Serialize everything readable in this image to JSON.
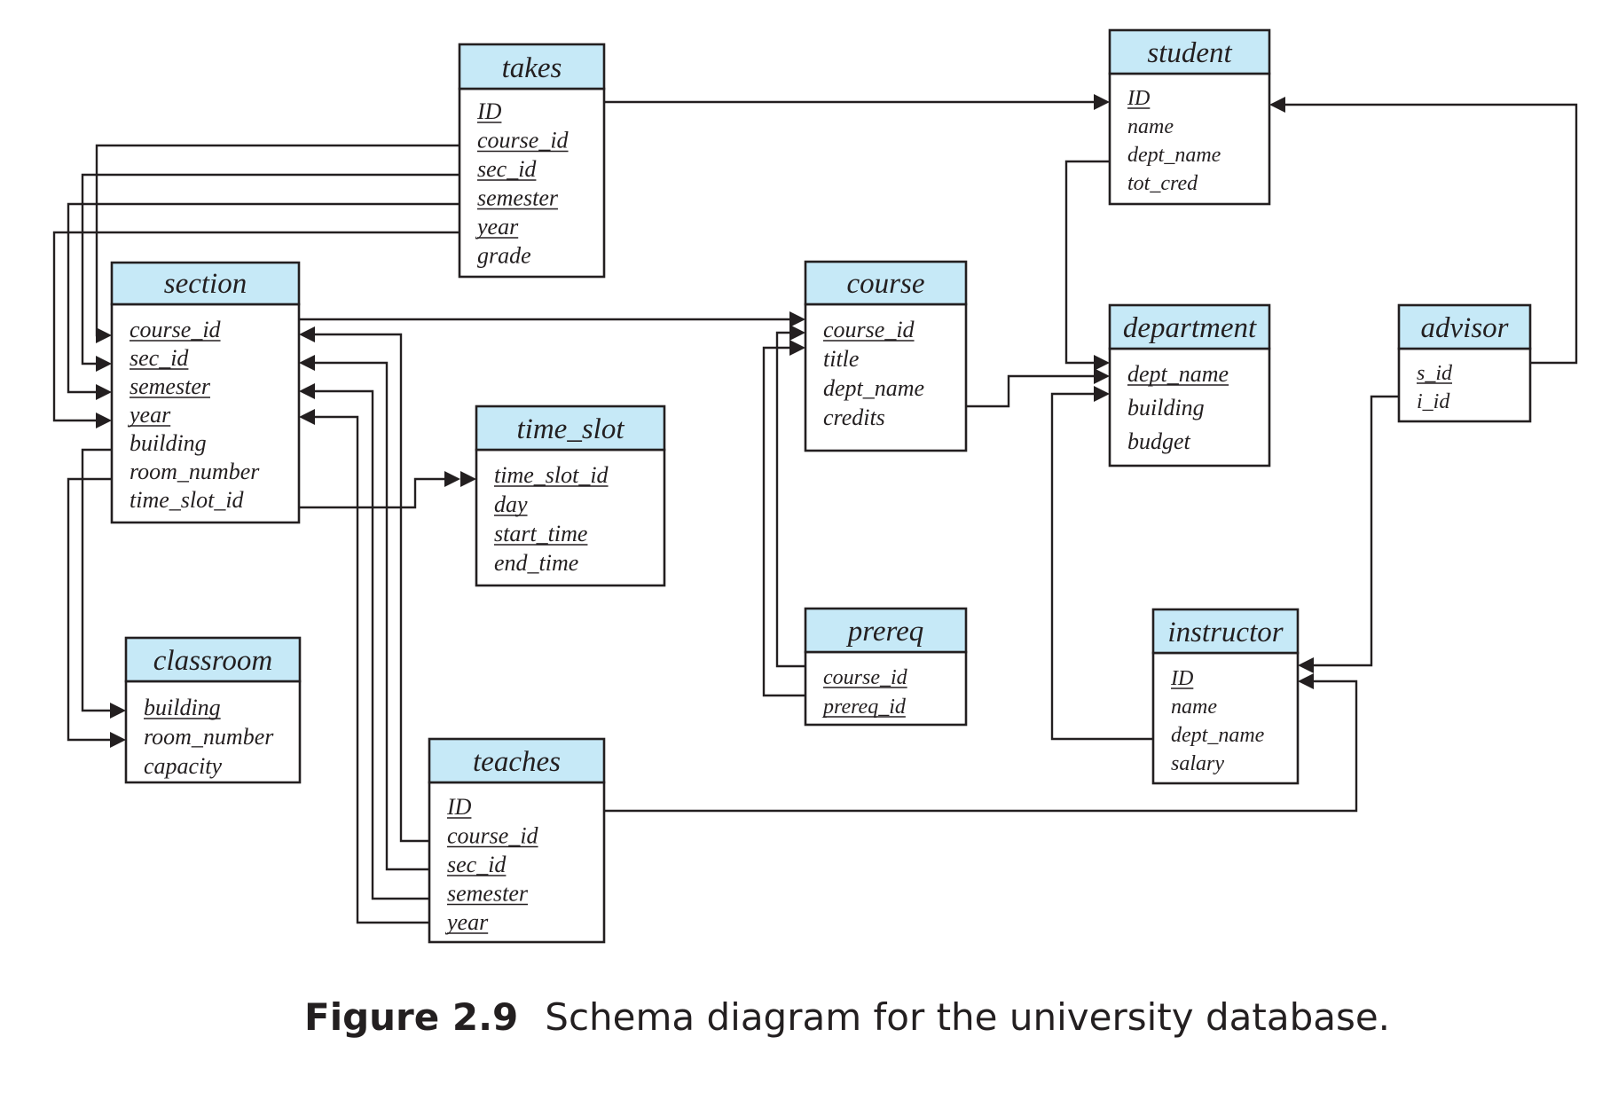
{
  "figure": {
    "label": "Figure 2.9",
    "caption": "Schema diagram for the university database."
  },
  "colors": {
    "header_fill": "#c6e9f7",
    "line": "#231f20"
  },
  "tables": [
    {
      "name": "takes",
      "attributes": [
        {
          "name": "ID",
          "key": true
        },
        {
          "name": "course_id",
          "key": true
        },
        {
          "name": "sec_id",
          "key": true
        },
        {
          "name": "semester",
          "key": true
        },
        {
          "name": "year",
          "key": true
        },
        {
          "name": "grade",
          "key": false
        }
      ]
    },
    {
      "name": "student",
      "attributes": [
        {
          "name": "ID",
          "key": true
        },
        {
          "name": "name",
          "key": false
        },
        {
          "name": "dept_name",
          "key": false
        },
        {
          "name": "tot_cred",
          "key": false
        }
      ]
    },
    {
      "name": "section",
      "attributes": [
        {
          "name": "course_id",
          "key": true
        },
        {
          "name": "sec_id",
          "key": true
        },
        {
          "name": "semester",
          "key": true
        },
        {
          "name": "year",
          "key": true
        },
        {
          "name": "building",
          "key": false
        },
        {
          "name": "room_number",
          "key": false
        },
        {
          "name": "time_slot_id",
          "key": false
        }
      ]
    },
    {
      "name": "course",
      "attributes": [
        {
          "name": "course_id",
          "key": true
        },
        {
          "name": "title",
          "key": false
        },
        {
          "name": "dept_name",
          "key": false
        },
        {
          "name": "credits",
          "key": false
        }
      ]
    },
    {
      "name": "department",
      "attributes": [
        {
          "name": "dept_name",
          "key": true
        },
        {
          "name": "building",
          "key": false
        },
        {
          "name": "budget",
          "key": false
        }
      ]
    },
    {
      "name": "advisor",
      "attributes": [
        {
          "name": "s_id",
          "key": true
        },
        {
          "name": "i_id",
          "key": false
        }
      ]
    },
    {
      "name": "time_slot",
      "attributes": [
        {
          "name": "time_slot_id",
          "key": true
        },
        {
          "name": "day",
          "key": true
        },
        {
          "name": "start_time",
          "key": true
        },
        {
          "name": "end_time",
          "key": false
        }
      ]
    },
    {
      "name": "prereq",
      "attributes": [
        {
          "name": "course_id",
          "key": true
        },
        {
          "name": "prereq_id",
          "key": true
        }
      ]
    },
    {
      "name": "classroom",
      "attributes": [
        {
          "name": "building",
          "key": true
        },
        {
          "name": "room_number",
          "key": false
        },
        {
          "name": "capacity",
          "key": false
        }
      ]
    },
    {
      "name": "instructor",
      "attributes": [
        {
          "name": "ID",
          "key": true
        },
        {
          "name": "name",
          "key": false
        },
        {
          "name": "dept_name",
          "key": false
        },
        {
          "name": "salary",
          "key": false
        }
      ]
    },
    {
      "name": "teaches",
      "attributes": [
        {
          "name": "ID",
          "key": true
        },
        {
          "name": "course_id",
          "key": true
        },
        {
          "name": "sec_id",
          "key": true
        },
        {
          "name": "semester",
          "key": true
        },
        {
          "name": "year",
          "key": true
        }
      ]
    }
  ],
  "relationships": [
    {
      "from": "takes.ID",
      "to": "student.ID"
    },
    {
      "from": "takes.course_id",
      "to": "section.course_id"
    },
    {
      "from": "takes.sec_id",
      "to": "section.sec_id"
    },
    {
      "from": "takes.semester",
      "to": "section.semester"
    },
    {
      "from": "takes.year",
      "to": "section.year"
    },
    {
      "from": "section.course_id",
      "to": "course.course_id"
    },
    {
      "from": "section.building",
      "to": "classroom.building"
    },
    {
      "from": "section.room_number",
      "to": "classroom.room_number"
    },
    {
      "from": "section.time_slot_id",
      "to": "time_slot.time_slot_id"
    },
    {
      "from": "teaches.course_id",
      "to": "section.course_id"
    },
    {
      "from": "teaches.sec_id",
      "to": "section.sec_id"
    },
    {
      "from": "teaches.semester",
      "to": "section.semester"
    },
    {
      "from": "teaches.year",
      "to": "section.year"
    },
    {
      "from": "teaches.ID",
      "to": "instructor.ID"
    },
    {
      "from": "prereq.course_id",
      "to": "course.course_id"
    },
    {
      "from": "prereq.prereq_id",
      "to": "course.course_id"
    },
    {
      "from": "course.dept_name",
      "to": "department.dept_name"
    },
    {
      "from": "student.dept_name",
      "to": "department.dept_name"
    },
    {
      "from": "instructor.dept_name",
      "to": "department.dept_name"
    },
    {
      "from": "advisor.s_id",
      "to": "student.ID"
    },
    {
      "from": "advisor.i_id",
      "to": "instructor.ID"
    }
  ]
}
